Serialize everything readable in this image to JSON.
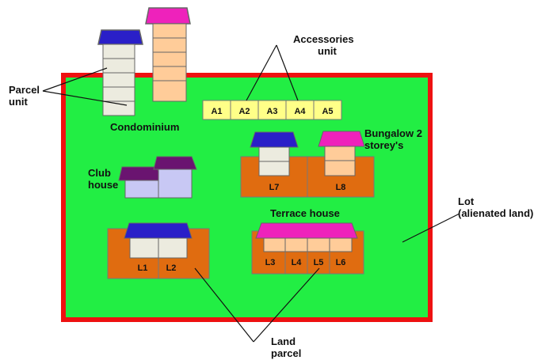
{
  "labels": {
    "parcel_unit_l1": "Parcel",
    "parcel_unit_l2": "unit",
    "accessories_l1": "Accessories",
    "accessories_l2": "unit",
    "condominium": "Condominium",
    "bungalow_l1": "Bungalow 2",
    "bungalow_l2": "storey's",
    "club_l1": "Club",
    "club_l2": "house",
    "terrace": "Terrace house",
    "lot_l1": "Lot",
    "lot_l2": "(alienated land)",
    "land_parcel_l1": "Land",
    "land_parcel_l2": "parcel"
  },
  "accessory_units": [
    "A1",
    "A2",
    "A3",
    "A4",
    "A5"
  ],
  "parcels": {
    "l1": "L1",
    "l2": "L2",
    "l3": "L3",
    "l4": "L4",
    "l5": "L5",
    "l6": "L6",
    "l7": "L7",
    "l8": "L8"
  },
  "colors": {
    "lot_fill": "#22ee44",
    "lot_border": "#ee1111",
    "parcel_fill": "#e06c10",
    "accessory_fill": "#ffff88",
    "roof_blue": "#2a1fc8",
    "roof_magenta": "#ee22bb",
    "roof_purple": "#6a1470",
    "wall_cream": "#ecebdf",
    "wall_peach": "#ffcc99",
    "wall_lavender": "#c8c8f4"
  }
}
